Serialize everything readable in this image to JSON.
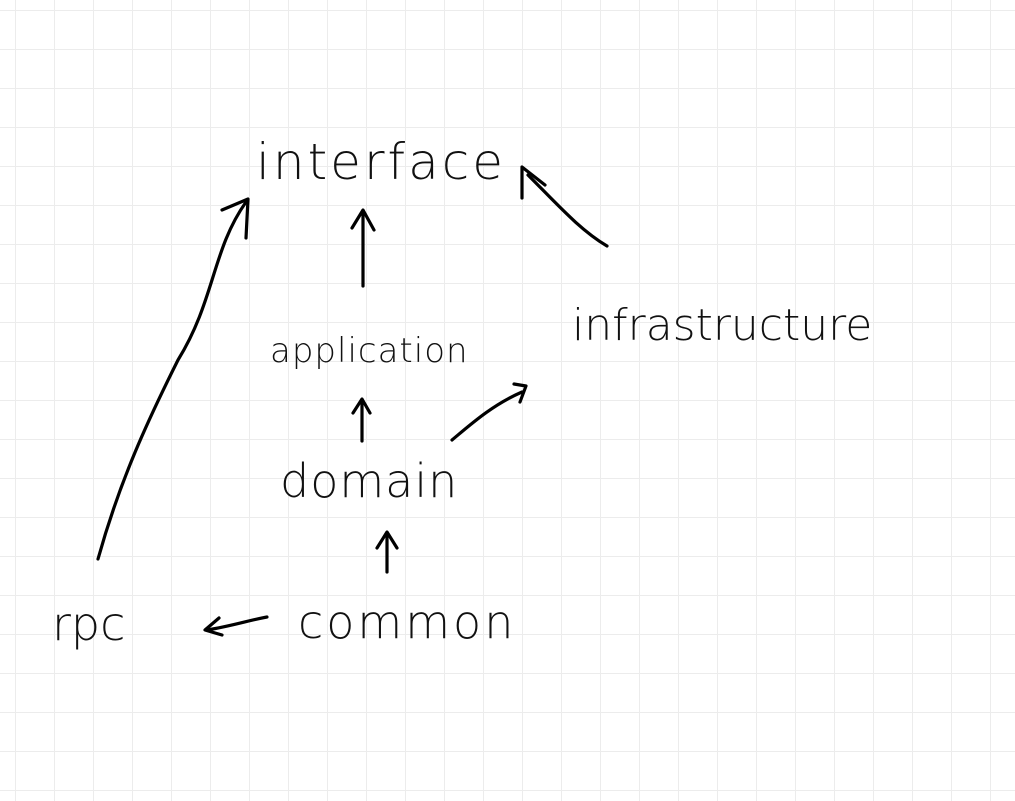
{
  "colors": {
    "background": "#ffffff",
    "grid": "#ececec",
    "ink": "#000000"
  },
  "nodes": {
    "interface": "interface",
    "application": "application",
    "infrastructure": "infrastructure",
    "domain": "domain",
    "common": "common",
    "rpc": "rpc"
  },
  "edges": [
    {
      "from": "application",
      "to": "interface"
    },
    {
      "from": "domain",
      "to": "application"
    },
    {
      "from": "common",
      "to": "domain"
    },
    {
      "from": "common",
      "to": "rpc"
    },
    {
      "from": "rpc",
      "to": "interface"
    },
    {
      "from": "infrastructure",
      "to": "interface"
    },
    {
      "from": "domain",
      "to": "infrastructure"
    }
  ]
}
